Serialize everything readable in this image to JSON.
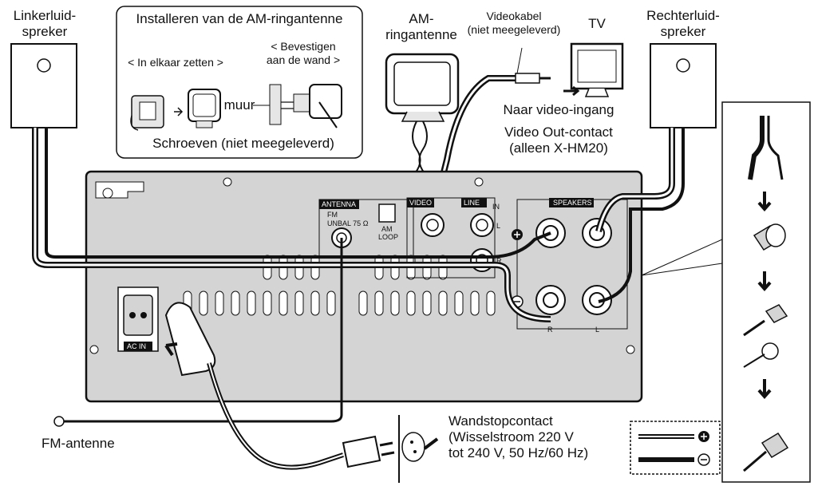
{
  "labels": {
    "left_speaker": [
      "Linkerluid-",
      "spreker"
    ],
    "right_speaker": [
      "Rechterluid-",
      "spreker"
    ],
    "install_title": "Installeren van de AM-ringantenne",
    "assemble": "< In elkaar zetten >",
    "wall_mount": [
      "< Bevestigen",
      "aan de wand >"
    ],
    "wall": "muur",
    "screws": "Schroeven (niet meegeleverd)",
    "am_antenna": [
      "AM-",
      "ringantenne"
    ],
    "video_cable": [
      "Videokabel",
      "(niet meegeleverd)"
    ],
    "tv": "TV",
    "to_video_input": "Naar video-ingang",
    "video_out": [
      "Video Out-contact",
      "(alleen X-HM20)"
    ],
    "fm_antenna": "FM-antenne",
    "wall_socket": [
      "Wandstopcontact",
      "(Wisselstroom 220 V",
      "tot 240 V, 50 Hz/60 Hz)"
    ]
  },
  "panel": {
    "antenna": "ANTENNA",
    "fm": "FM",
    "unbal": "UNBAL 75 Ω",
    "am_loop": [
      "AM",
      "LOOP"
    ],
    "video": "VIDEO",
    "line": "LINE",
    "in": "IN",
    "l": "L",
    "r": "R",
    "speakers": "SPEAKERS",
    "speaker_r": "R",
    "speaker_l": "L",
    "ac_in": "AC IN"
  },
  "colors": {
    "panel": "#d4d4d4",
    "outline": "#111111",
    "cable_white": "#ffffff"
  }
}
